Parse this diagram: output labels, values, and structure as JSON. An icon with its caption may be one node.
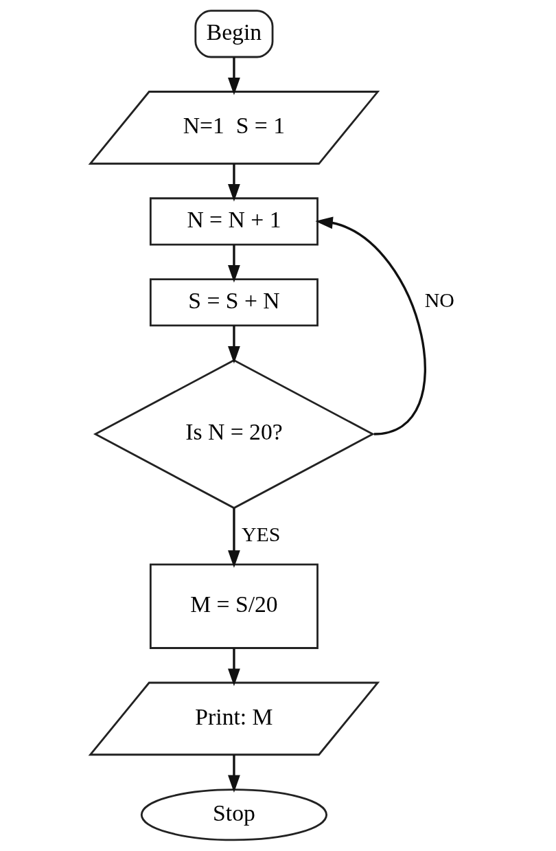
{
  "diagram": {
    "nodes": [
      {
        "text": [
          "Begin"
        ]
      },
      {
        "text": [
          "N=1  S = 1"
        ]
      },
      {
        "text": [
          "N = N + 1"
        ]
      },
      {
        "text": [
          "S = S + N"
        ]
      },
      {
        "text": [
          "Is N = 20?"
        ]
      },
      {
        "text": [
          "M = S/20"
        ]
      },
      {
        "text": [
          "Print: M"
        ]
      },
      {
        "text": [
          "Stop"
        ]
      }
    ],
    "edges": [
      {
        "from": 0,
        "to": 1,
        "arrow": "to"
      },
      {
        "from": 1,
        "to": 2,
        "arrow": "to"
      },
      {
        "from": 2,
        "to": 3,
        "arrow": "to"
      },
      {
        "from": 3,
        "to": 4,
        "arrow": "to"
      },
      {
        "from": 4,
        "to": 2,
        "arrow": "to",
        "label": "NO"
      },
      {
        "from": 4,
        "to": 5,
        "arrow": "to",
        "label": "YES"
      },
      {
        "from": 5,
        "to": 6,
        "arrow": "to"
      },
      {
        "from": 6,
        "to": 7,
        "arrow": "to"
      }
    ]
  }
}
